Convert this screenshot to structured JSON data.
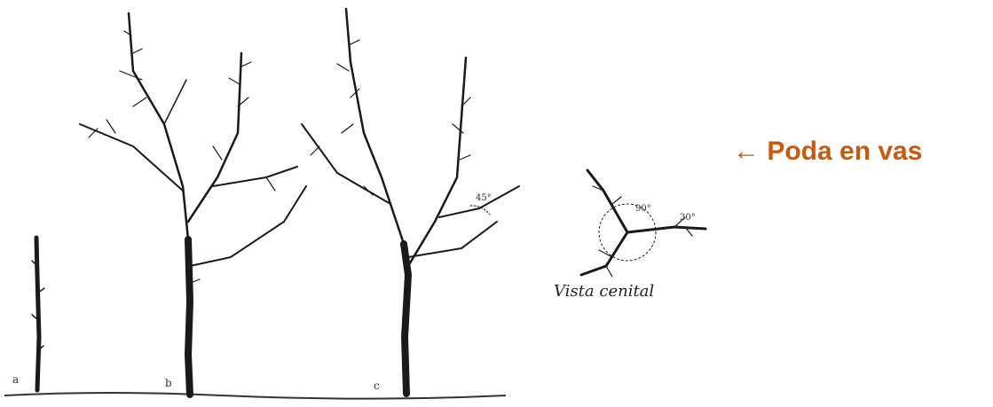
{
  "labels": {
    "tree_a": "a",
    "tree_b": "b",
    "tree_c": "c"
  },
  "angles": {
    "tree_c": "45°",
    "top_view_upper": "90°",
    "top_view_right": "30°"
  },
  "caption": "Vista cenital",
  "title": {
    "arrow": "←",
    "text": "Poda en vas"
  },
  "colors": {
    "title": "#c55a11",
    "ink": "#1a1a1a"
  }
}
